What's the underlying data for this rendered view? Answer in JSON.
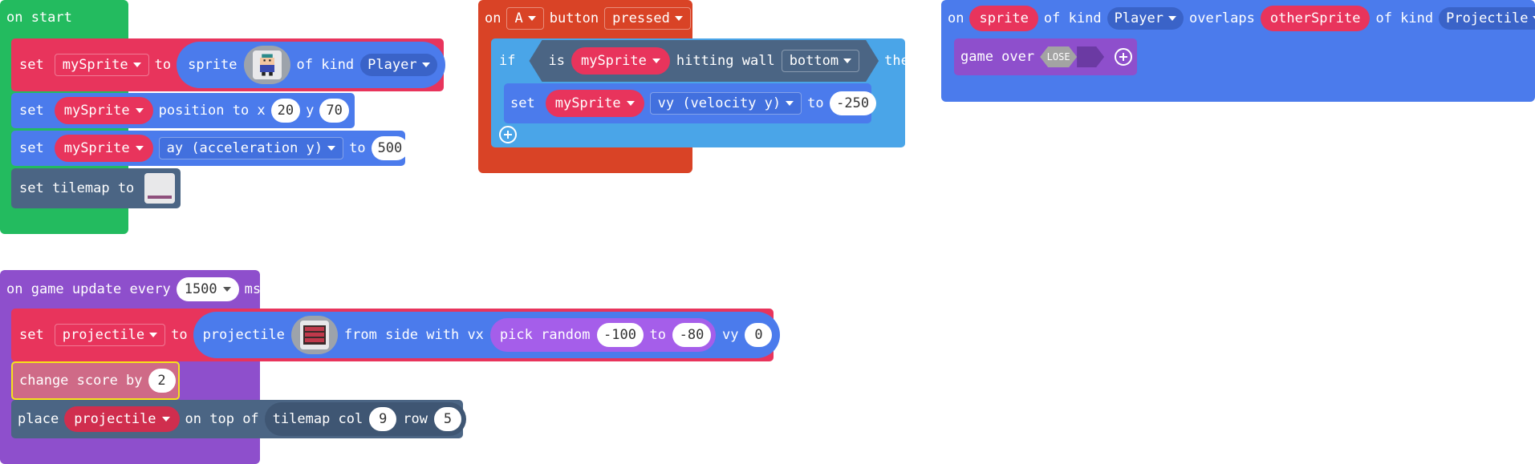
{
  "on_start": {
    "hat": "on start",
    "set_sprite": {
      "set": "set",
      "var": "mySprite",
      "to": "to",
      "sprite": "sprite",
      "of_kind": "of kind",
      "kind": "Player"
    },
    "set_position": {
      "set": "set",
      "var": "mySprite",
      "label": "position to x",
      "x": "20",
      "y_label": "y",
      "y": "70"
    },
    "set_accel": {
      "set": "set",
      "var": "mySprite",
      "prop": "ay (acceleration y)",
      "to": "to",
      "value": "500"
    },
    "set_tilemap": {
      "label": "set tilemap to"
    }
  },
  "on_button": {
    "on": "on",
    "button": "A",
    "button_label": "button",
    "event": "pressed",
    "if": "if",
    "is": "is",
    "var": "mySprite",
    "hitting_wall": "hitting wall",
    "side": "bottom",
    "then": "then",
    "set_vy": {
      "set": "set",
      "var": "mySprite",
      "prop": "vy (velocity y)",
      "to": "to",
      "value": "-250"
    }
  },
  "on_overlap": {
    "on": "on",
    "sprite": "sprite",
    "of_kind1": "of kind",
    "kind1": "Player",
    "overlaps": "overlaps",
    "other": "otherSprite",
    "of_kind2": "of kind",
    "kind2": "Projectile",
    "game_over": "game over",
    "result": "LOSE"
  },
  "on_update": {
    "hat_prefix": "on game update every",
    "interval": "1500",
    "unit": "ms",
    "set_projectile": {
      "set": "set",
      "var": "projectile",
      "to": "to",
      "projectile": "projectile",
      "from_side": "from side with vx",
      "pick": "pick random",
      "min": "-100",
      "to2": "to",
      "max": "-80",
      "vy_label": "vy",
      "vy": "0"
    },
    "change_score": {
      "label": "change score by",
      "value": "2"
    },
    "place": {
      "place": "place",
      "var": "projectile",
      "on_top": "on top of",
      "tilemap": "tilemap col",
      "col": "9",
      "row_label": "row",
      "row": "5"
    }
  },
  "colors": {
    "events": "#23bb5f",
    "sprites": "#4b7bec",
    "controller": "#d94326",
    "logic": "#4aa5e8",
    "game": "#8e4fcc",
    "scene": "#4b6584",
    "info": "#cf6a87",
    "variables": "#e8345c"
  }
}
